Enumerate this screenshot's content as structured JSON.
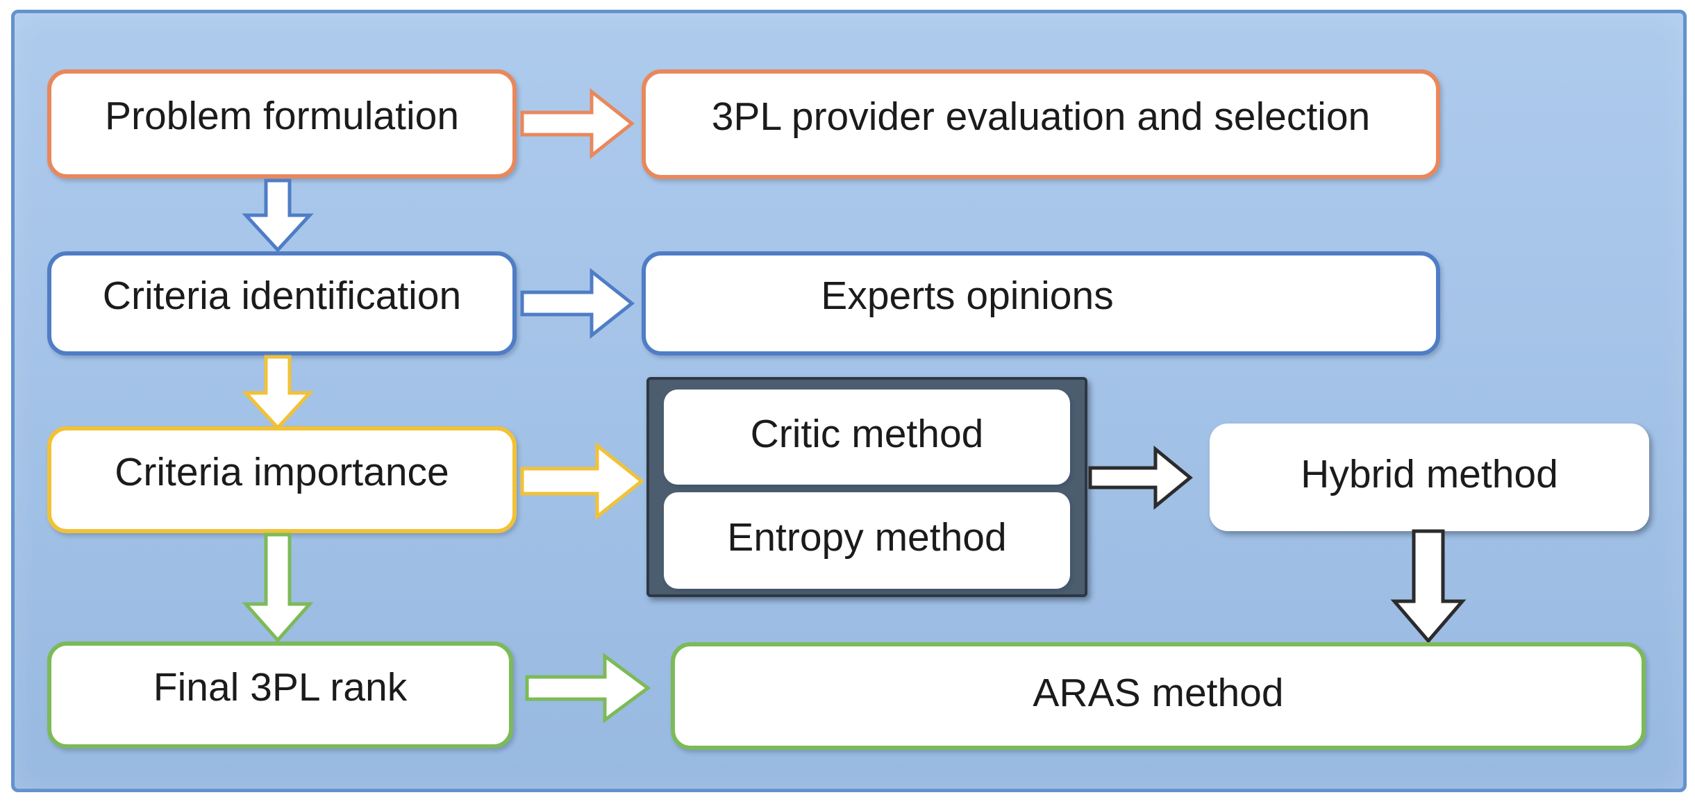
{
  "figure": {
    "type": "flowchart",
    "title": "3PL provider evaluation and selection methodology flowchart",
    "colors": {
      "page_bg": "#FFFFFF",
      "panel_top": "#AECBED",
      "panel_bottom": "#98B9E1",
      "panel_border": "#6492CC",
      "orange": "#E8885C",
      "blue": "#4F7DC6",
      "yellow": "#F1C237",
      "green": "#7CBA58",
      "dark": "#2B2B2B",
      "group_fill": "#4C5D6F",
      "group_border": "#2C3845",
      "arrow_fill": "#FFFFFF",
      "text": "#1B1B1B"
    },
    "nodes": {
      "problem": {
        "label": "Problem formulation"
      },
      "evaluation": {
        "label": "3PL provider evaluation and selection"
      },
      "criteria_id": {
        "label": "Criteria identification"
      },
      "experts": {
        "label": "Experts opinions"
      },
      "criteria_imp": {
        "label": "Criteria importance"
      },
      "critic": {
        "label": "Critic method"
      },
      "entropy": {
        "label": "Entropy method"
      },
      "hybrid": {
        "label": "Hybrid method"
      },
      "final_rank": {
        "label": "Final 3PL rank"
      },
      "aras": {
        "label": "ARAS method"
      }
    }
  }
}
